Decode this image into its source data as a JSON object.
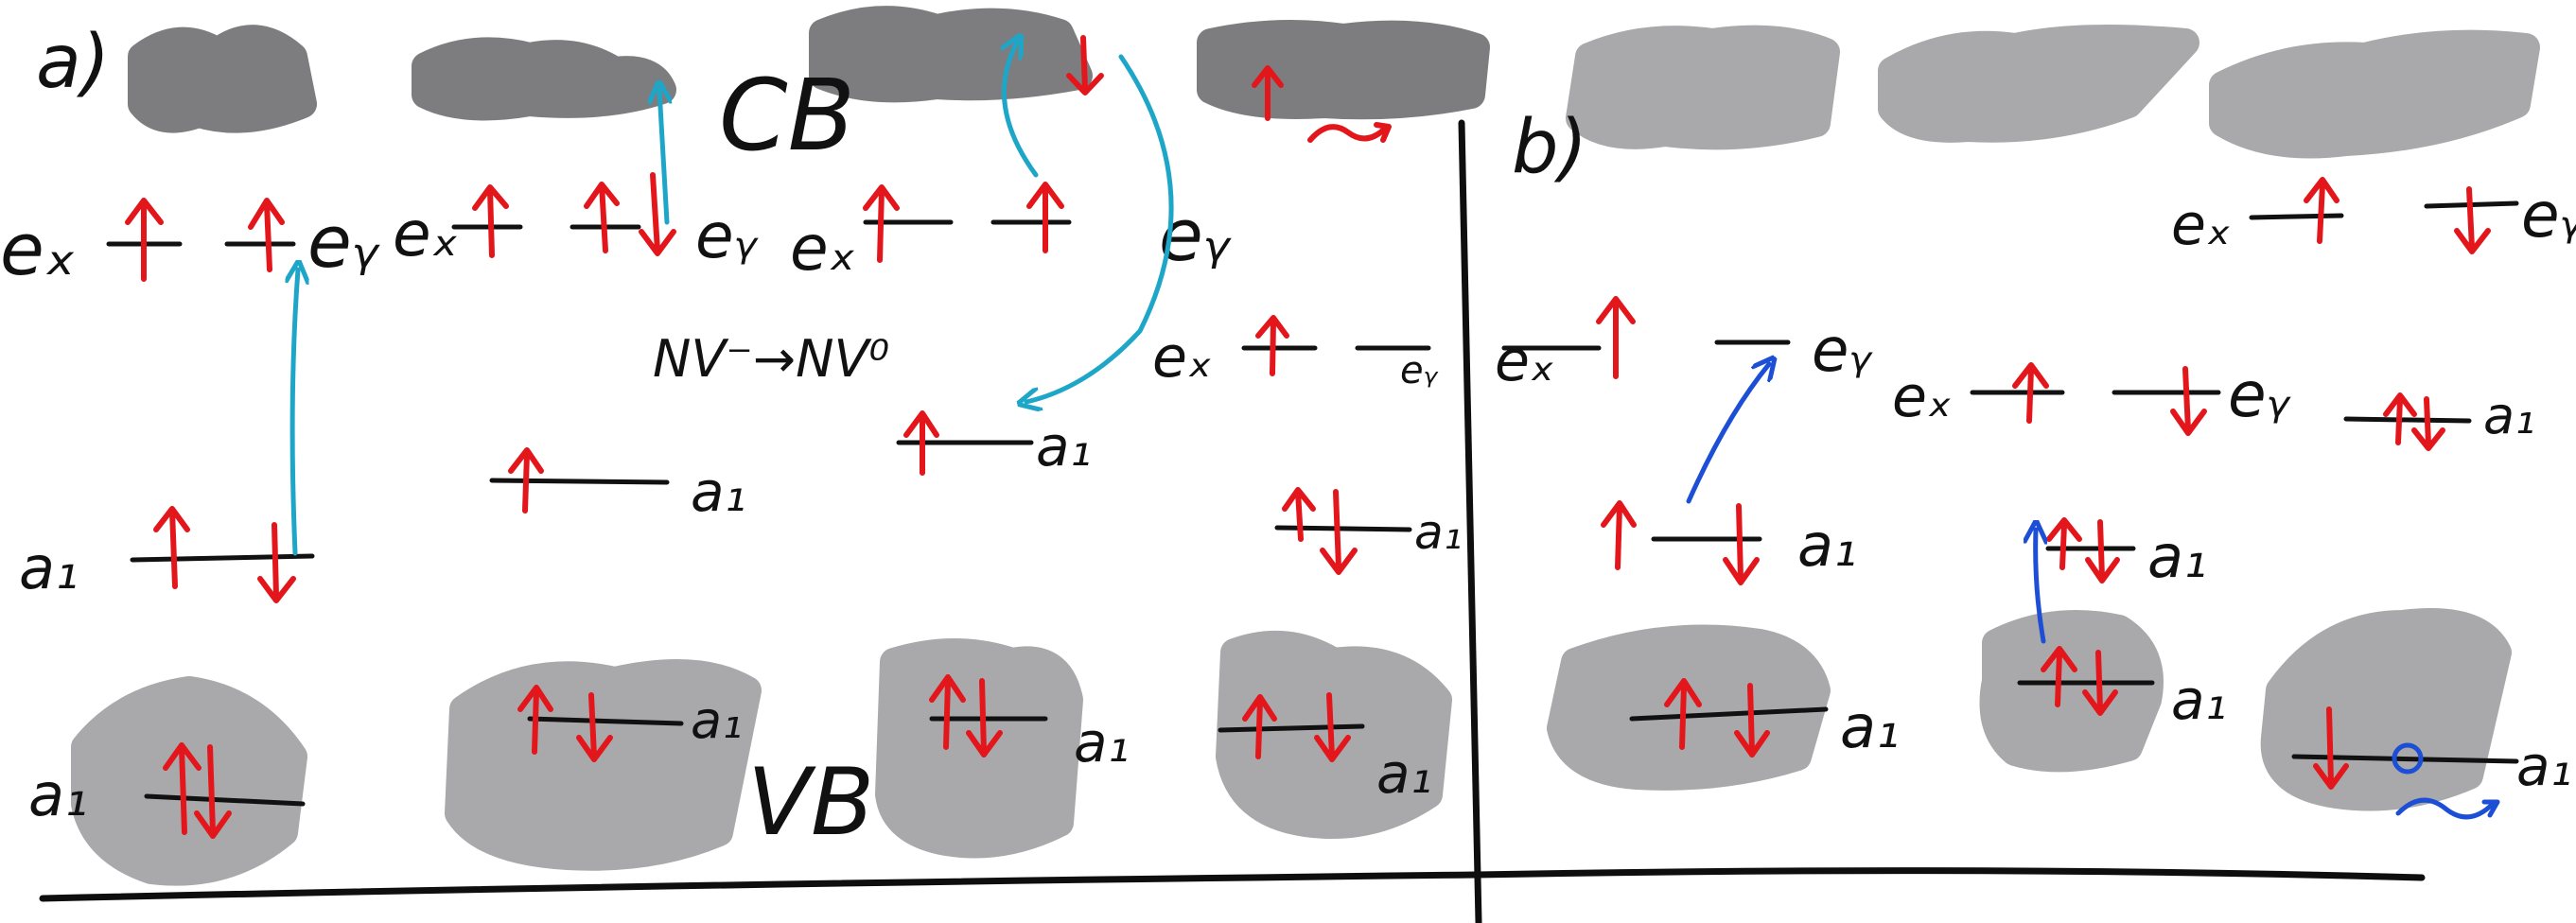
{
  "panels": {
    "a_label": "a)",
    "b_label": "b)"
  },
  "words": {
    "cb": "CB",
    "vb": "VB",
    "nv_conversion": "NV⁻→NV⁰"
  },
  "orbitals": {
    "ex": "eₓ",
    "ey": "eᵧ",
    "a1": "a₁"
  },
  "colors": {
    "ink": "#111111",
    "electron": "#e3161c",
    "excitation_a": "#1ea6c9",
    "excitation_b": "#1c4fd6",
    "band_dark": "#7d7d80",
    "band_light": "#a9a9ac"
  }
}
